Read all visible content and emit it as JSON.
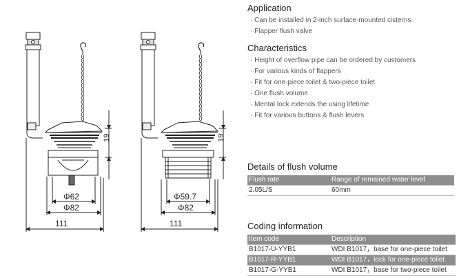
{
  "drawing": {
    "left": {
      "height_dim": "19",
      "inner_diameter": "Φ62",
      "outer_diameter": "Φ82",
      "width_dim": "111"
    },
    "right": {
      "height_dim": "19",
      "inner_diameter": "Φ59.7",
      "outer_diameter": "Φ82",
      "width_dim": "111"
    }
  },
  "application": {
    "title": "Application",
    "items": [
      "Can be installed in 2-inch surface-mounted cisterns",
      "Flapper flush valve"
    ]
  },
  "characteristics": {
    "title": "Characteristics",
    "items": [
      "Height of overflow pipe can be ordered by customers",
      "For various kinds of flappers",
      "Fit for one-piece toilet & two-piece toilet",
      "One flush volume",
      "Mental lock extends the using lifetime",
      "Fit for various buttons & flush levers"
    ]
  },
  "flush_volume": {
    "title": "Details of flush volume",
    "headers": [
      "Flush rate",
      "Range of remained water level"
    ],
    "rows": [
      [
        "2.05L/S",
        "60mm"
      ]
    ]
  },
  "coding": {
    "title": "Coding information",
    "headers": [
      "Item code",
      "Description"
    ],
    "rows": [
      [
        "B1017-U-YYB1",
        "WDI  B1017，base for one-piece toilet"
      ],
      [
        "B1017-R-YYB1",
        "WDI  B1017，lock for one-piece toilet"
      ],
      [
        "B1017-G-YYB1",
        "WDI  B1017，base for two-piece toilet"
      ]
    ]
  }
}
